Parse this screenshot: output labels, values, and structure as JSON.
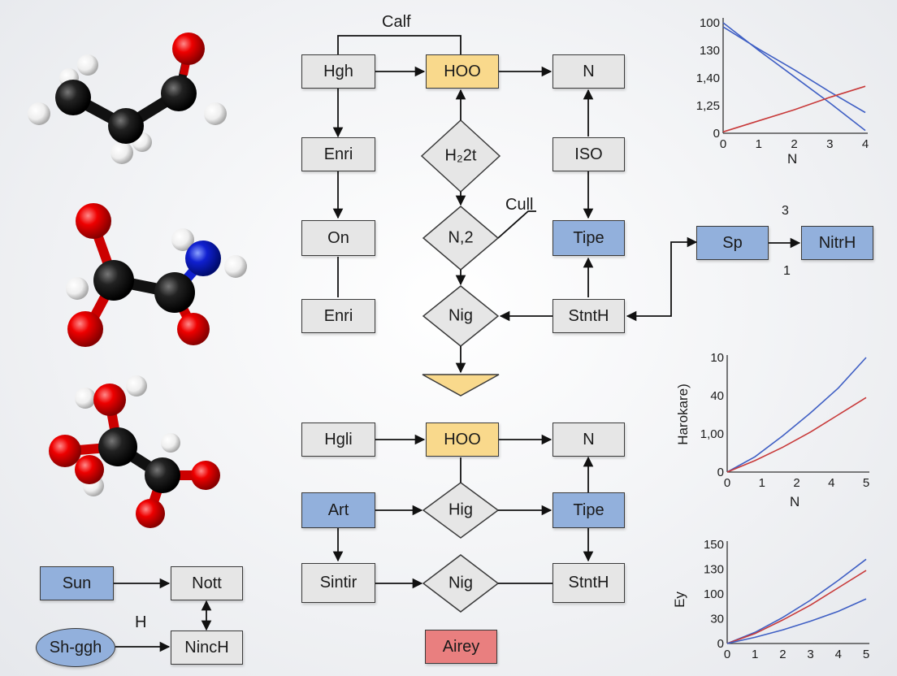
{
  "flow": {
    "label_calf": "Calf",
    "label_cull": "Cull",
    "label_h": "H",
    "label_3": "3",
    "label_1": "1",
    "top_left": "Hgh",
    "top_center": "HOO",
    "top_right": "N",
    "mid_left": "Enri",
    "mid_diamond": "H₂2t",
    "mid_right": "ISO",
    "row3_left": "On",
    "row3_diamond": "N,2",
    "row3_right": "Tipe",
    "row4_left": "Enri",
    "row4_diamond": "Nig",
    "row4_right": "StntH",
    "side_sp": "Sp",
    "side_nitrh": "NitrH",
    "low_left": "Hgli",
    "low_center": "HOO",
    "low_right": "N",
    "art": "Art",
    "hig": "Hig",
    "tipe2": "Tipe",
    "sintir": "Sintir",
    "nig2": "Nig",
    "stnth2": "StntH",
    "airey": "Airey",
    "sun": "Sun",
    "nott": "Nott",
    "shggh": "Sh-ggh",
    "ninch": "NincH"
  },
  "colors": {
    "gray": "#e6e6e6",
    "blue": "#92b0dc",
    "yellow": "#f9d98c",
    "red": "#e97f7f",
    "line_blue": "#3f5fc4",
    "line_red": "#c83a3a"
  },
  "chart_data": [
    {
      "type": "line",
      "ytick_labels": [
        "100",
        "130",
        "1,40",
        "1,25",
        "0"
      ],
      "xtick_labels": [
        "0",
        "1",
        "2",
        "3",
        "4"
      ],
      "xlabel": "N",
      "xlim": [
        0,
        4
      ],
      "ylim": [
        0,
        4
      ],
      "series": [
        {
          "color": "#3f5fc4",
          "x": [
            0,
            1,
            2,
            3,
            4
          ],
          "y": [
            4.0,
            3.0,
            2.05,
            1.1,
            0.1
          ]
        },
        {
          "color": "#3f5fc4",
          "x": [
            0,
            1,
            2,
            3,
            4
          ],
          "y": [
            3.85,
            3.05,
            2.3,
            1.5,
            0.75
          ]
        },
        {
          "color": "#c83a3a",
          "x": [
            0,
            1,
            2,
            3,
            4
          ],
          "y": [
            0.05,
            0.45,
            0.85,
            1.3,
            1.7
          ]
        }
      ]
    },
    {
      "type": "line",
      "ytick_labels": [
        "10",
        "40",
        "1,00",
        "0"
      ],
      "xtick_labels": [
        "0",
        "1",
        "2",
        "4",
        "5"
      ],
      "xlabel": "N",
      "ylabel": "Harokare)",
      "xlim": [
        0,
        5
      ],
      "ylim": [
        0,
        3
      ],
      "series": [
        {
          "color": "#3f5fc4",
          "x": [
            0,
            1,
            2,
            3,
            4,
            5
          ],
          "y": [
            0.0,
            0.4,
            0.95,
            1.55,
            2.2,
            3.0
          ]
        },
        {
          "color": "#c83a3a",
          "x": [
            0,
            1,
            2,
            3,
            4,
            5
          ],
          "y": [
            0.0,
            0.3,
            0.65,
            1.05,
            1.5,
            1.95
          ]
        }
      ]
    },
    {
      "type": "line",
      "ytick_labels": [
        "150",
        "130",
        "100",
        "30",
        "0"
      ],
      "xtick_labels": [
        "0",
        "1",
        "2",
        "3",
        "4",
        "5"
      ],
      "xlabel": "",
      "ylabel": "Ey",
      "xlim": [
        0,
        5
      ],
      "ylim": [
        0,
        4
      ],
      "series": [
        {
          "color": "#3f5fc4",
          "x": [
            0,
            1,
            2,
            3,
            4,
            5
          ],
          "y": [
            0.0,
            0.45,
            1.05,
            1.75,
            2.55,
            3.4
          ]
        },
        {
          "color": "#c83a3a",
          "x": [
            0,
            1,
            2,
            3,
            4,
            5
          ],
          "y": [
            0.0,
            0.4,
            0.95,
            1.55,
            2.25,
            2.95
          ]
        },
        {
          "color": "#3f5fc4",
          "x": [
            0,
            1,
            2,
            3,
            4,
            5
          ],
          "y": [
            0.0,
            0.25,
            0.55,
            0.9,
            1.3,
            1.8
          ]
        }
      ]
    }
  ]
}
